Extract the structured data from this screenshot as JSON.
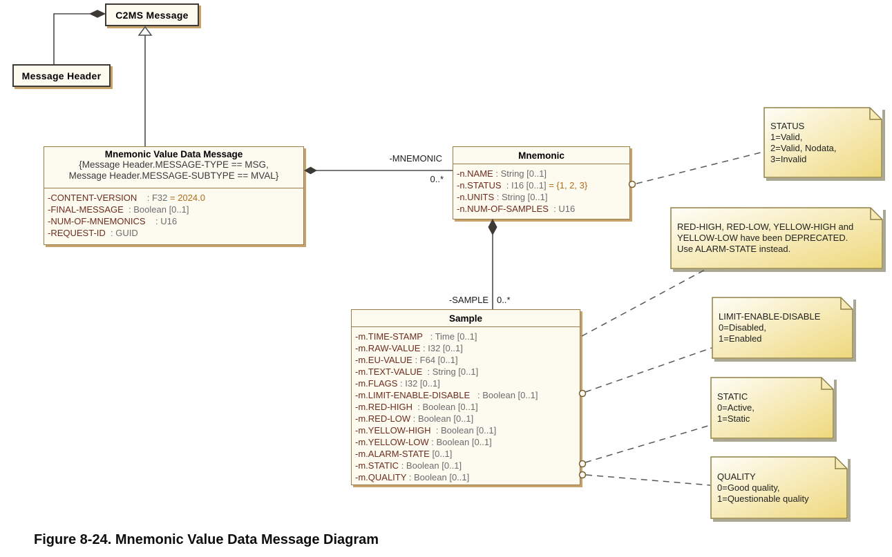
{
  "figure_caption": "Figure 8-24. Mnemonic Value Data Message Diagram",
  "colors": {
    "class_fill": "#fdfaf0",
    "class_border": "#9b7c49",
    "object_border": "#3d3a35",
    "attr_name": "#6d2c1d",
    "attr_type": "#6c6c6c",
    "attr_value": "#b06c1c",
    "note_border": "#8f8046",
    "note_text": "#222222",
    "note_grad_start": "#fffef8",
    "note_grad_end": "#eed87c",
    "line": "#4c4c4c",
    "label": "#1c1c1c",
    "shadow_class": "#c6a36b",
    "shadow_note": "#aaa792"
  },
  "objects": {
    "c2ms": {
      "label": "C2MS Message"
    },
    "message_header": {
      "label": "Message Header"
    }
  },
  "classes": {
    "mvdm": {
      "title": "Mnemonic Value Data Message",
      "constraints": [
        "{Message Header.MESSAGE-TYPE == MSG,",
        "Message Header.MESSAGE-SUBTYPE == MVAL}"
      ],
      "attributes": [
        {
          "name": "-CONTENT-VERSION",
          "type": "    : F32 ",
          "value": "= 2024.0"
        },
        {
          "name": "-FINAL-MESSAGE",
          "type": "  : Boolean [0..1]",
          "value": ""
        },
        {
          "name": "-NUM-OF-MNEMONICS",
          "type": "    : U16",
          "value": ""
        },
        {
          "name": "-REQUEST-ID",
          "type": "  : GUID",
          "value": ""
        }
      ]
    },
    "mnemonic": {
      "title": "Mnemonic",
      "attributes": [
        {
          "name": "-n.NAME",
          "type": " : String [0..1]",
          "value": ""
        },
        {
          "name": "-n.STATUS",
          "type": "  : I16 [0..1] ",
          "value": "= {1, 2, 3}"
        },
        {
          "name": "-n.UNITS",
          "type": " : String [0..1]",
          "value": ""
        },
        {
          "name": "-n.NUM-OF-SAMPLES",
          "type": "  : U16",
          "value": ""
        }
      ]
    },
    "sample": {
      "title": "Sample",
      "attributes": [
        {
          "name": "-m.TIME-STAMP",
          "type": "   : Time [0..1]",
          "value": ""
        },
        {
          "name": "-m.RAW-VALUE",
          "type": " : I32 [0..1]",
          "value": ""
        },
        {
          "name": "-m.EU-VALUE",
          "type": " : F64 [0..1]",
          "value": ""
        },
        {
          "name": "-m.TEXT-VALUE",
          "type": "  : String [0..1]",
          "value": ""
        },
        {
          "name": "-m.FLAGS",
          "type": " : I32 [0..1]",
          "value": ""
        },
        {
          "name": "-m.LIMIT-ENABLE-DISABLE",
          "type": "   : Boolean [0..1]",
          "value": ""
        },
        {
          "name": "-m.RED-HIGH",
          "type": "  : Boolean [0..1]",
          "value": ""
        },
        {
          "name": "-m.RED-LOW",
          "type": " : Boolean [0..1]",
          "value": ""
        },
        {
          "name": "-m.YELLOW-HIGH",
          "type": "  : Boolean [0..1]",
          "value": ""
        },
        {
          "name": "-m.YELLOW-LOW",
          "type": " : Boolean [0..1]",
          "value": ""
        },
        {
          "name": "-m.ALARM-STATE",
          "type": " [0..1]",
          "value": ""
        },
        {
          "name": "-m.STATIC",
          "type": " : Boolean [0..1]",
          "value": ""
        },
        {
          "name": "-m.QUALITY",
          "type": " : Boolean [0..1]",
          "value": ""
        }
      ]
    }
  },
  "associations": {
    "mnemonic": {
      "role": "-MNEMONIC",
      "multiplicity": "0..*"
    },
    "sample": {
      "role": "-SAMPLE",
      "multiplicity": "0..*"
    }
  },
  "notes": [
    {
      "id": "status",
      "text": "STATUS\n1=Valid,\n2=Valid, Nodata,\n3=Invalid"
    },
    {
      "id": "deprecated",
      "text": "RED-HIGH, RED-LOW, YELLOW-HIGH and\nYELLOW-LOW have been DEPRECATED.\nUse ALARM-STATE instead."
    },
    {
      "id": "limit-enable-disable",
      "text": "LIMIT-ENABLE-DISABLE\n0=Disabled,\n1=Enabled"
    },
    {
      "id": "static",
      "text": "STATIC\n0=Active,\n1=Static"
    },
    {
      "id": "quality",
      "text": "QUALITY\n0=Good quality,\n1=Questionable quality"
    }
  ]
}
